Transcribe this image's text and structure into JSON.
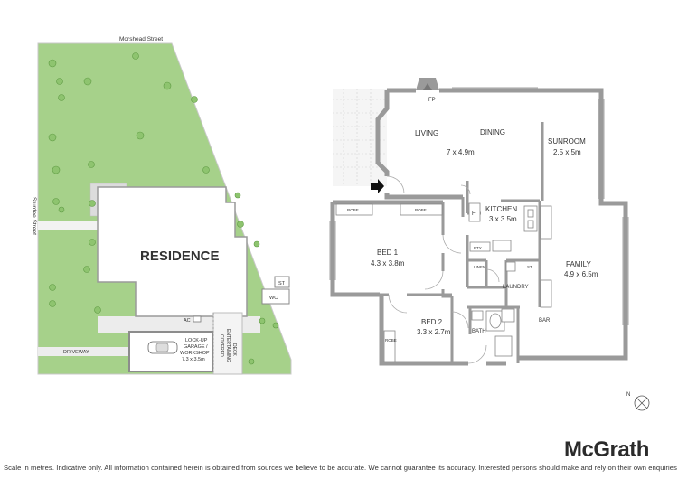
{
  "site": {
    "street_top": "Morshead Street",
    "street_left": "Sturdee Street",
    "residence": "RESIDENCE",
    "garage_line1": "LOCK-UP",
    "garage_line2": "GARAGE /",
    "garage_line3": "WORKSHOP",
    "garage_size": "7.3 x 3.5m",
    "driveway": "DRIVEWAY",
    "deck_line1": "COVERED",
    "deck_line2": "ENTERTAINING",
    "deck_line3": "DECK",
    "st": "ST",
    "wc": "WC",
    "ac": "AC"
  },
  "floorplan": {
    "fp": "FP",
    "living": "LIVING",
    "dining": "DINING",
    "living_dining_size": "7 x 4.9m",
    "sunroom": "SUNROOM",
    "sunroom_size": "2.5 x 5m",
    "kitchen": "KITCHEN",
    "kitchen_size": "3 x 3.5m",
    "f": "F",
    "pty": "PTY",
    "robe1": "ROBE",
    "robe2": "ROBE",
    "robe3": "ROBE",
    "bed1": "BED 1",
    "bed1_size": "4.3 x 3.8m",
    "bed2": "BED 2",
    "bed2_size": "3.3 x 2.7m",
    "linen": "LINEN",
    "st": "ST",
    "laundry": "LAUNDRY",
    "bath": "BATH",
    "family": "FAMILY",
    "family_size": "4.9 x 6.5m",
    "bar": "BAR"
  },
  "compass": {
    "n": "N"
  },
  "brand": {
    "name": "McGrath"
  },
  "footer": {
    "disclaimer": "Scale in metres. Indicative only. All information contained herein is obtained from sources we believe to be accurate. We cannot guarantee its accuracy. Interested persons should make and rely on their own enquiries"
  },
  "colors": {
    "lawn": "#a6d18a",
    "tree": "#7cb95f",
    "wall": "#9a9a9a",
    "paving": "#eeeeee"
  }
}
